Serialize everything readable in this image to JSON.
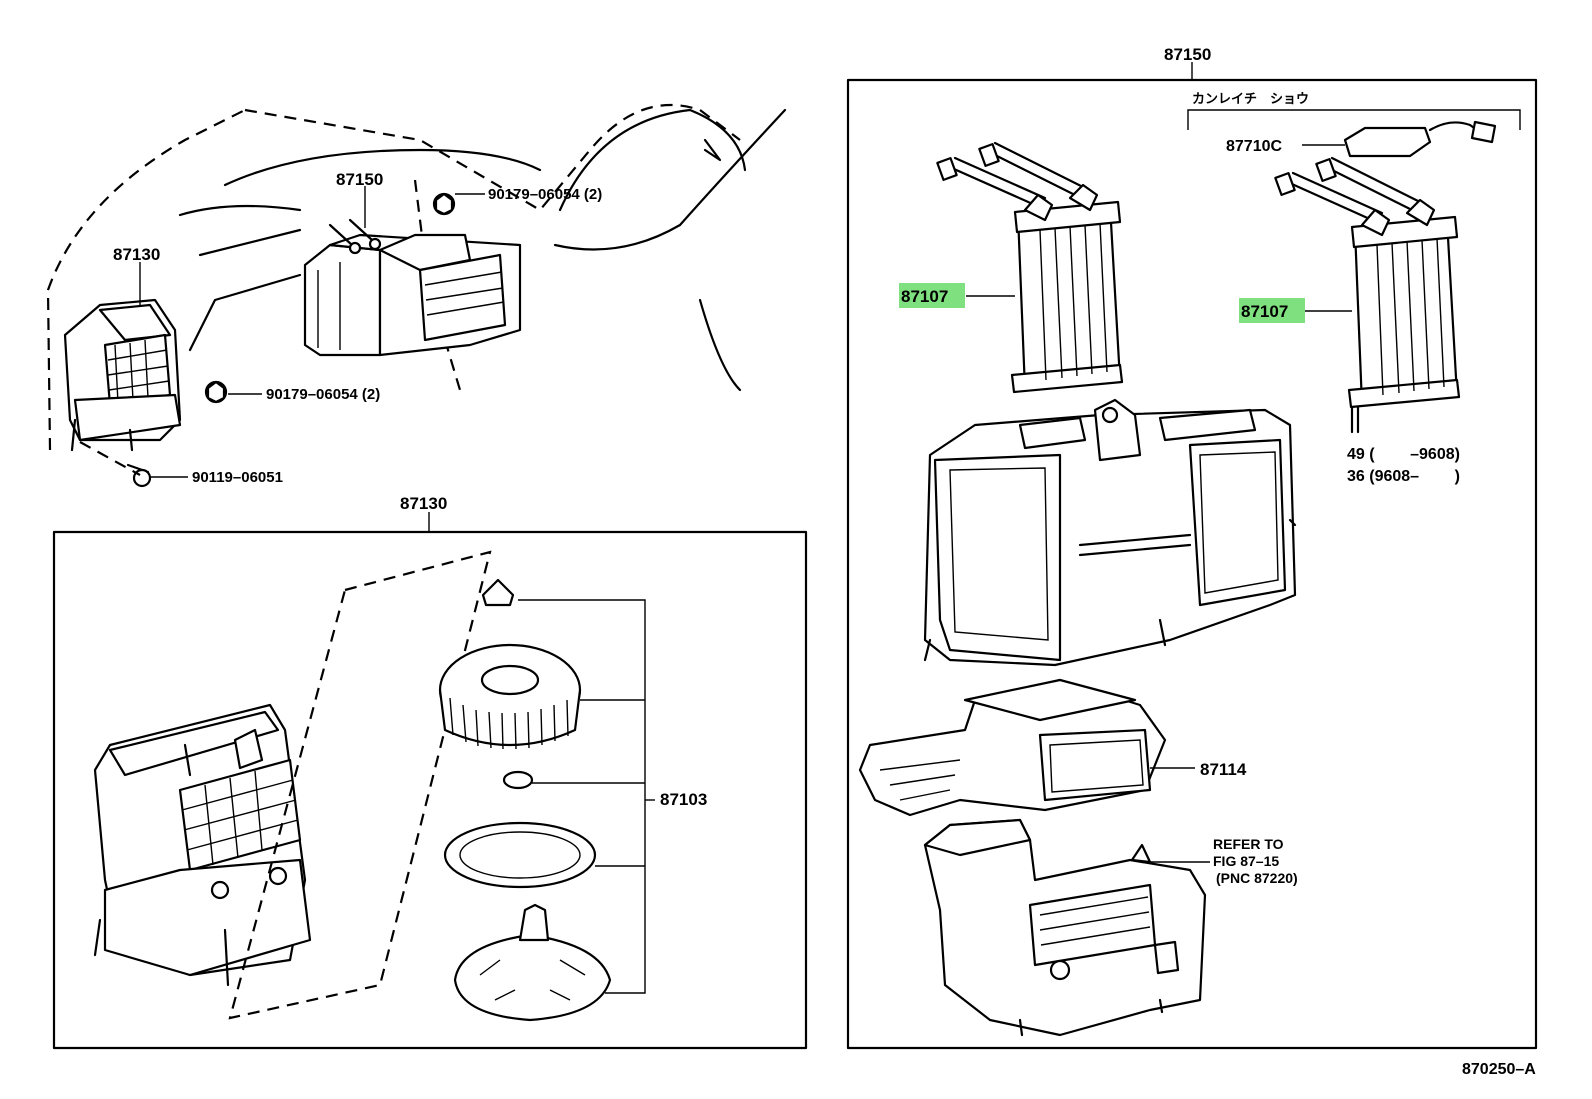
{
  "figure_id": "870250–A",
  "header": {
    "assembly_top": "87150",
    "cold_region_label": "カンレイチ　ショウ"
  },
  "overview": {
    "unit_87150": "87150",
    "blower_87130": "87130",
    "nut_upper": "90179–06054 (2)",
    "nut_lower": "90179–06054 (2)",
    "screw": "90119–06051"
  },
  "blower_box": {
    "title": "87130",
    "motor_kit": "87103"
  },
  "heater_box": {
    "core_left": "87107",
    "core_right": "87107",
    "sub_part": "87710C",
    "qty_line_1": "49 (        –9608)",
    "qty_line_2": "36 (9608–        )",
    "duct": "87114",
    "refer_1": "REFER TO",
    "refer_2": "FIG 87–15",
    "refer_3": "(PNC 87220)"
  },
  "highlight_color": "#7fe07f"
}
